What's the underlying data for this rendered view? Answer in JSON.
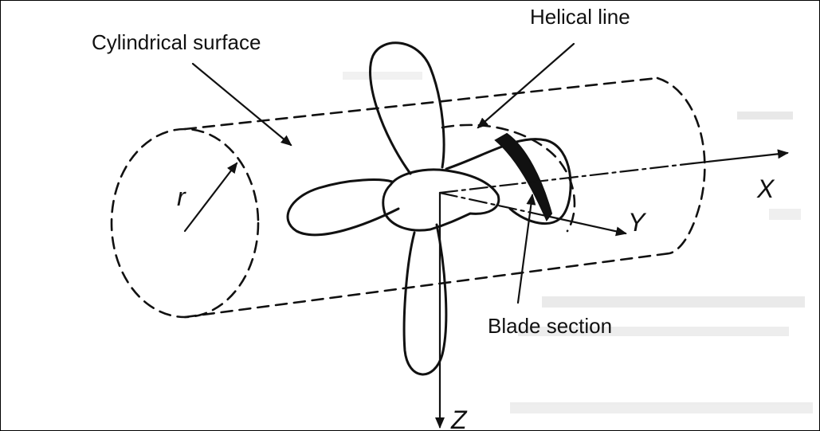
{
  "diagram": {
    "labels": {
      "cylindrical_surface": "Cylindrical surface",
      "helical_line": "Helical line",
      "blade_section": "Blade section",
      "radius": "r",
      "axis_x": "X",
      "axis_y": "Y",
      "axis_z": "Z"
    }
  },
  "colors": {
    "ink": "#111111",
    "background": "#ffffff",
    "bleed_through": "#d9d9d9"
  }
}
